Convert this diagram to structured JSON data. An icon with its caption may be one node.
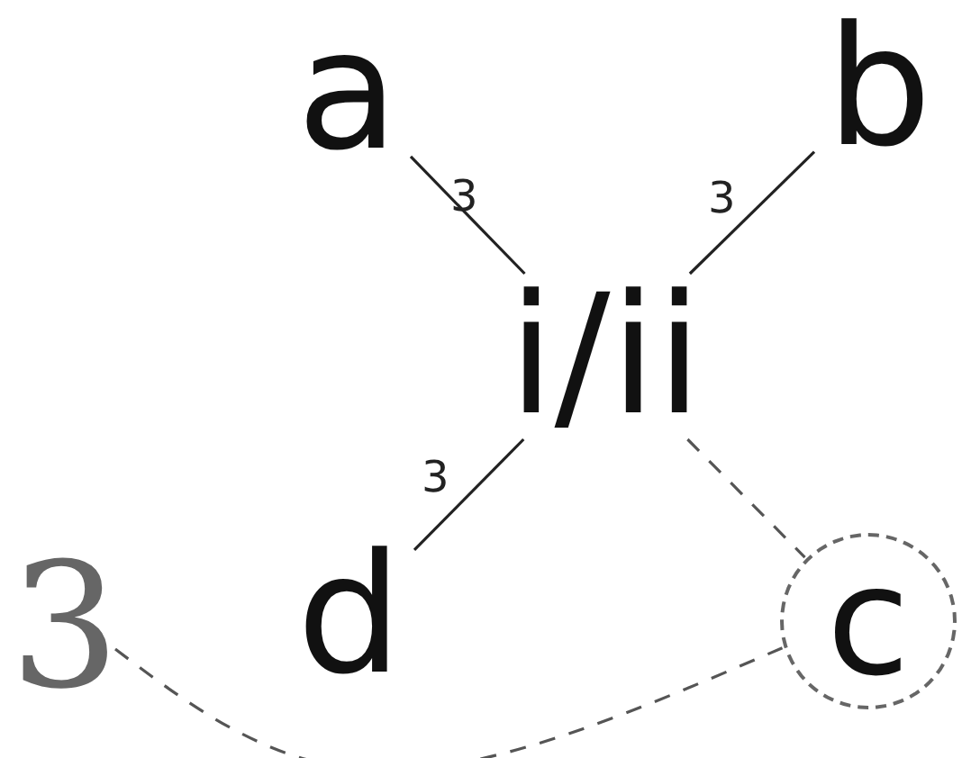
{
  "diagram": {
    "nodes": [
      {
        "text": [
          "a"
        ]
      },
      {
        "text": [
          "b"
        ]
      },
      {
        "text": [
          "i/ii"
        ]
      },
      {
        "text": [
          "d"
        ]
      },
      {
        "text": [
          "c"
        ]
      },
      {
        "text": [
          "3"
        ]
      }
    ],
    "edges": [
      {
        "from": 0,
        "to": 2,
        "arrow": "none",
        "label": "3"
      },
      {
        "from": 1,
        "to": 2,
        "arrow": "none",
        "label": "3"
      },
      {
        "from": 3,
        "to": 2,
        "arrow": "none",
        "label": "3"
      },
      {
        "from": 2,
        "to": 4,
        "arrow": "none",
        "style": "dashed",
        "color": "#555555"
      },
      {
        "from": 5,
        "to": 4,
        "arrow": "none",
        "style": "dashed",
        "color": "#555555"
      }
    ]
  }
}
